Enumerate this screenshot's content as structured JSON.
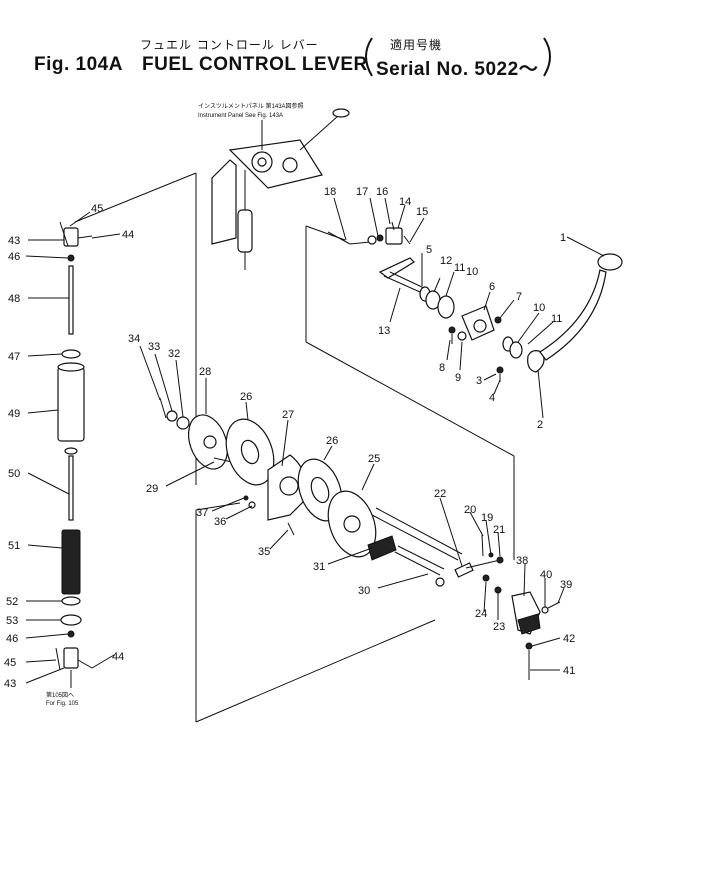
{
  "header": {
    "jp_title": "フュエル コントロール レバー",
    "jp_serial": "適用号機",
    "fig_label": "Fig. 104A",
    "title": "FUEL CONTROL LEVER",
    "serial": "Serial No. 5022～"
  },
  "notes": {
    "instrument_panel_jp": "インスツルメントパネル 第143A図参照",
    "instrument_panel_en": "Instrument Panel  See Fig. 143A",
    "for_fig_jp": "第105図へ",
    "for_fig_en": "For Fig. 105"
  },
  "callouts": {
    "c1": "1",
    "c2": "2",
    "c3": "3",
    "c4": "4",
    "c5": "5",
    "c6": "6",
    "c7": "7",
    "c8": "8",
    "c9": "9",
    "c10a": "10",
    "c10b": "10",
    "c11a": "11",
    "c11b": "11",
    "c12": "12",
    "c13": "13",
    "c14": "14",
    "c15": "15",
    "c16": "16",
    "c17": "17",
    "c18": "18",
    "c19": "19",
    "c20": "20",
    "c21": "21",
    "c22": "22",
    "c23": "23",
    "c24": "24",
    "c25": "25",
    "c26a": "26",
    "c26b": "26",
    "c27": "27",
    "c28": "28",
    "c29": "29",
    "c30": "30",
    "c31": "31",
    "c32": "32",
    "c33": "33",
    "c34": "34",
    "c35": "35",
    "c36": "36",
    "c37": "37",
    "c38": "38",
    "c39": "39",
    "c40": "40",
    "c41": "41",
    "c42": "42",
    "c43a": "43",
    "c43b": "43",
    "c44a": "44",
    "c44b": "44",
    "c45a": "45",
    "c45b": "45",
    "c46a": "46",
    "c46b": "46",
    "c47": "47",
    "c48": "48",
    "c49": "49",
    "c50": "50",
    "c51": "51",
    "c52": "52",
    "c53": "53"
  }
}
